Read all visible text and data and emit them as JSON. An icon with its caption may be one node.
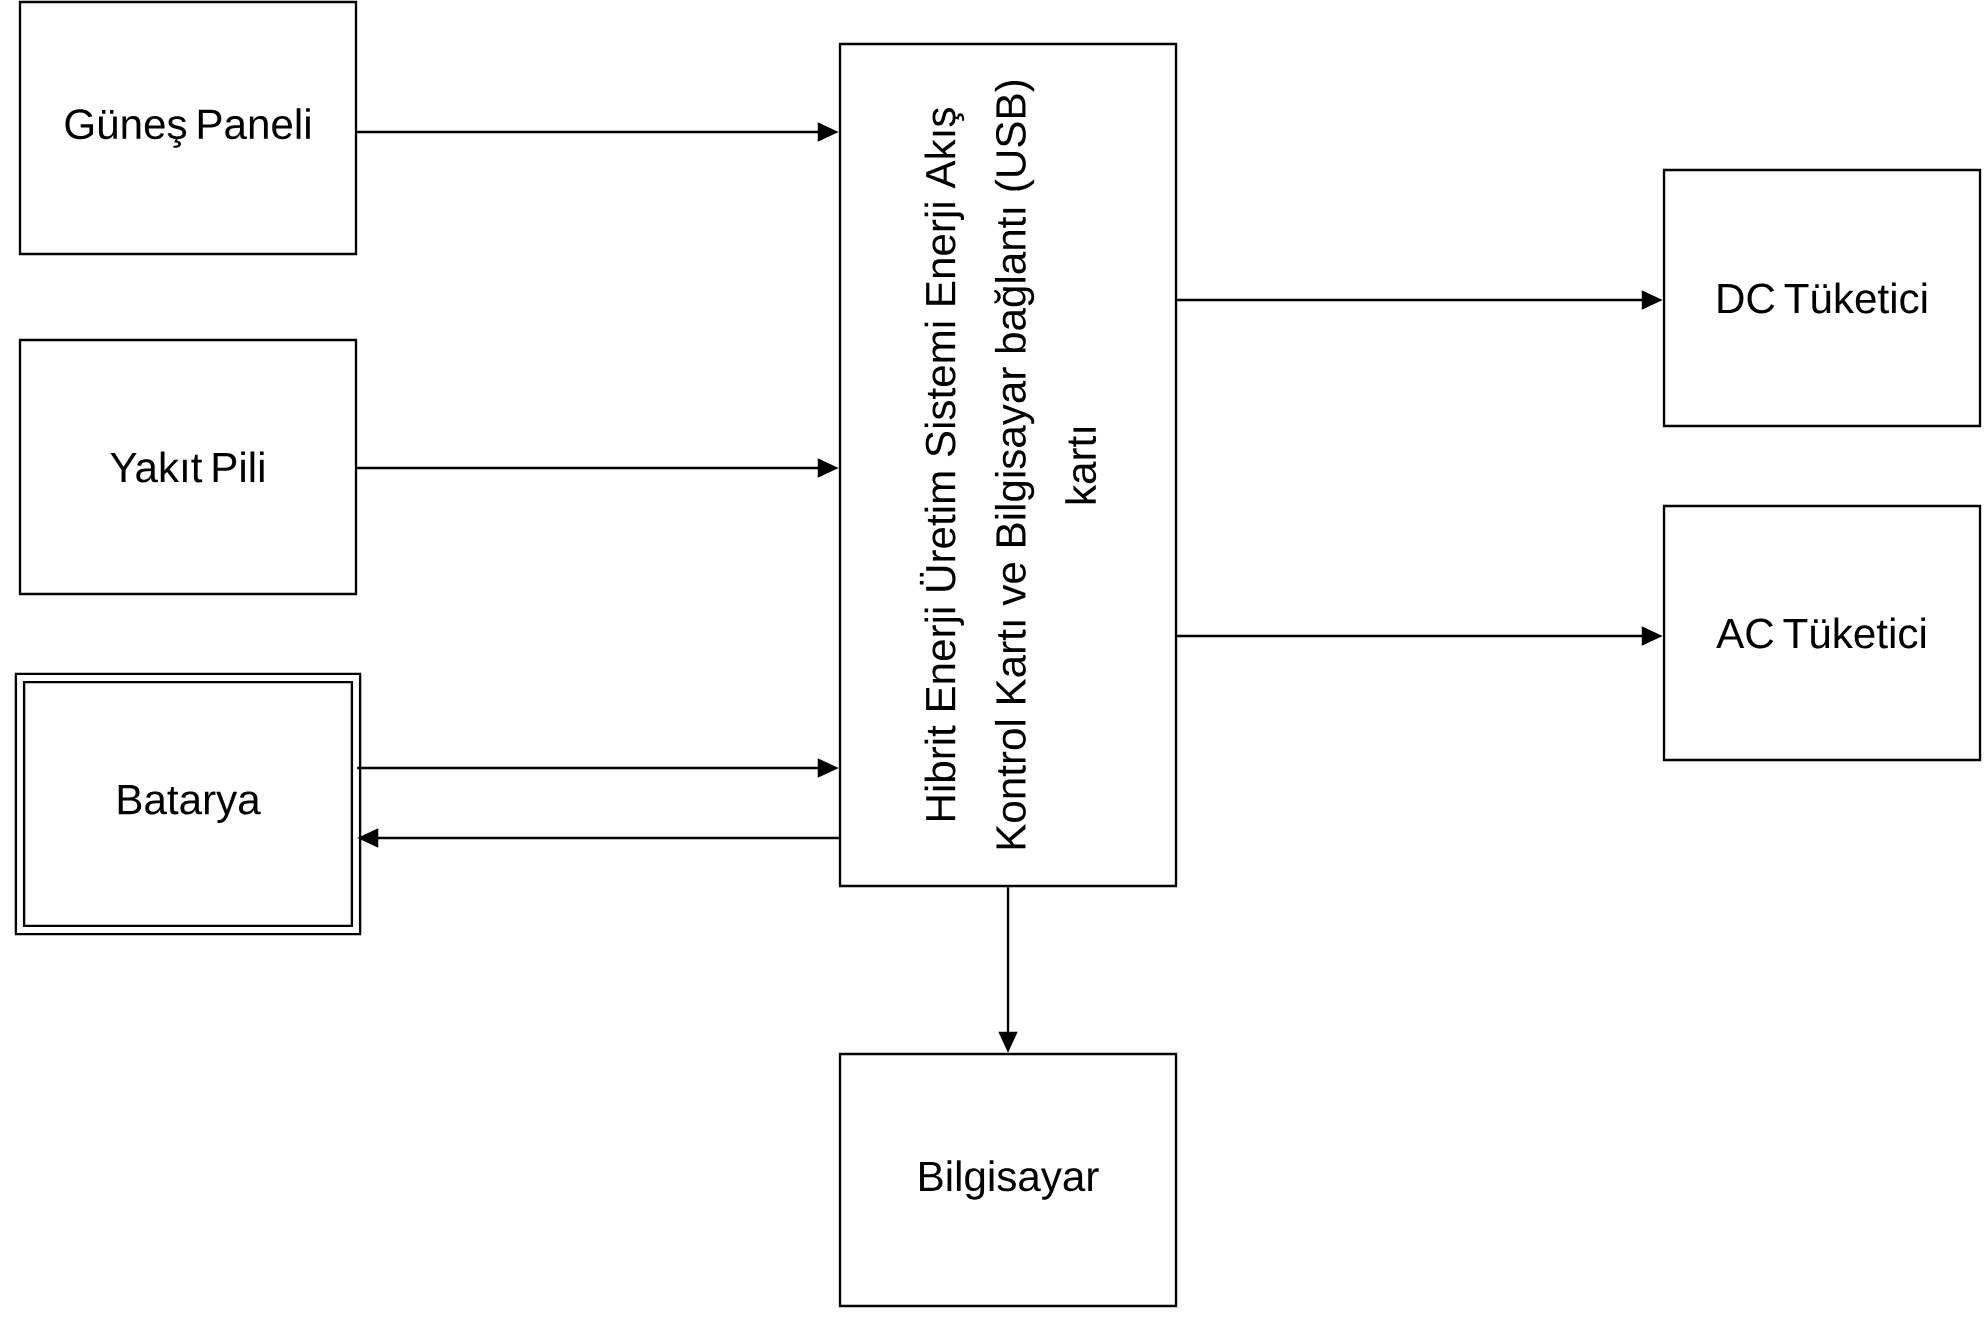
{
  "diagram": {
    "nodes": [
      {
        "text": [
          "Güneş Paneli"
        ]
      },
      {
        "text": [
          "Yakıt Pili"
        ]
      },
      {
        "text": [
          "Batarya"
        ]
      },
      {
        "text": [
          "Hibrit Enerji Üretim Sistemi Enerji Akış Kontrol Kartı ve Bilgisayar bağlantı (USB) kartı"
        ]
      },
      {
        "text": [
          "DC Tüketici"
        ]
      },
      {
        "text": [
          "AC Tüketici"
        ]
      },
      {
        "text": [
          "Bilgisayar"
        ]
      }
    ],
    "edges": [
      {
        "from": 0,
        "to": 3,
        "arrow": "to"
      },
      {
        "from": 1,
        "to": 3,
        "arrow": "to"
      },
      {
        "from": 2,
        "to": 3,
        "arrow": "to"
      },
      {
        "from": 3,
        "to": 2,
        "arrow": "to"
      },
      {
        "from": 3,
        "to": 4,
        "arrow": "to"
      },
      {
        "from": 3,
        "to": 5,
        "arrow": "to"
      },
      {
        "from": 3,
        "to": 6,
        "arrow": "to"
      }
    ]
  }
}
